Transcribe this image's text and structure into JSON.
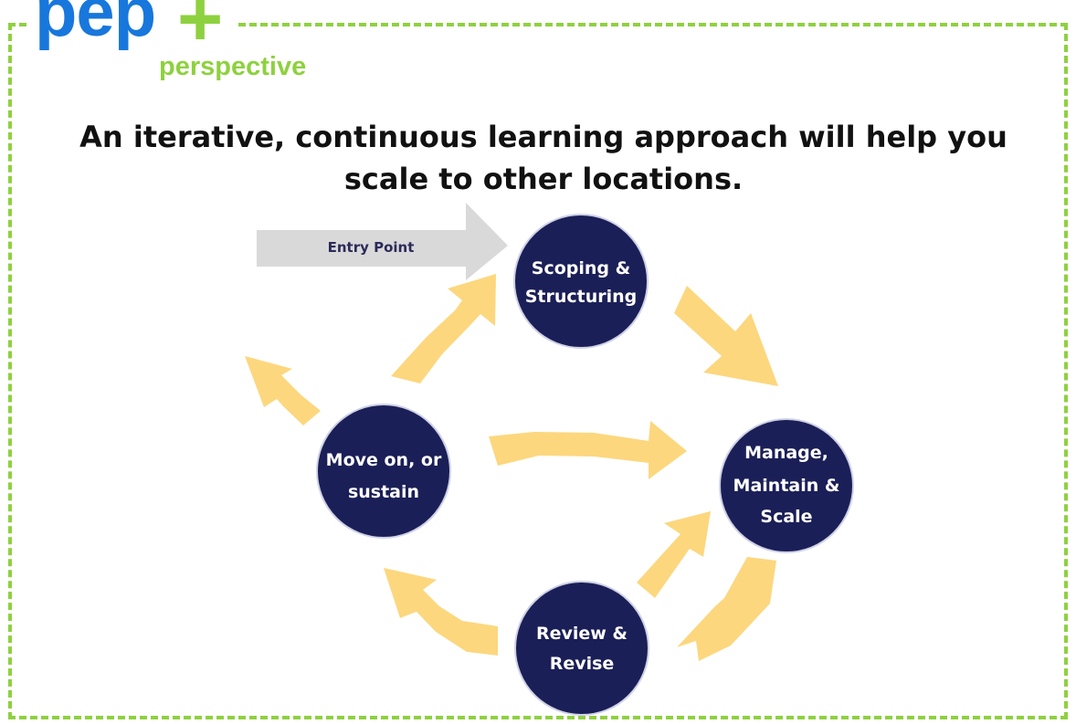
{
  "logo": {
    "word": "pep",
    "plus": "+",
    "tagline": "perspective"
  },
  "headline": "An iterative, continuous learning approach will help you scale to other locations.",
  "entry_point": {
    "label": "Entry Point"
  },
  "nodes": {
    "scoping": {
      "lines": [
        "Scoping &",
        "Structuring"
      ]
    },
    "manage": {
      "lines": [
        "Manage,",
        "Maintain &",
        "Scale"
      ]
    },
    "review": {
      "lines": [
        "Review &",
        "Revise"
      ]
    },
    "move": {
      "lines": [
        "Move on, or",
        "sustain"
      ]
    }
  },
  "colors": {
    "frame": "#8ed13f",
    "logo_blue": "#1877dc",
    "logo_green": "#8ed13f",
    "node_fill": "#1b1f57",
    "arrow_fill": "#fcd77e",
    "entry_arrow": "#d9d9d9"
  }
}
